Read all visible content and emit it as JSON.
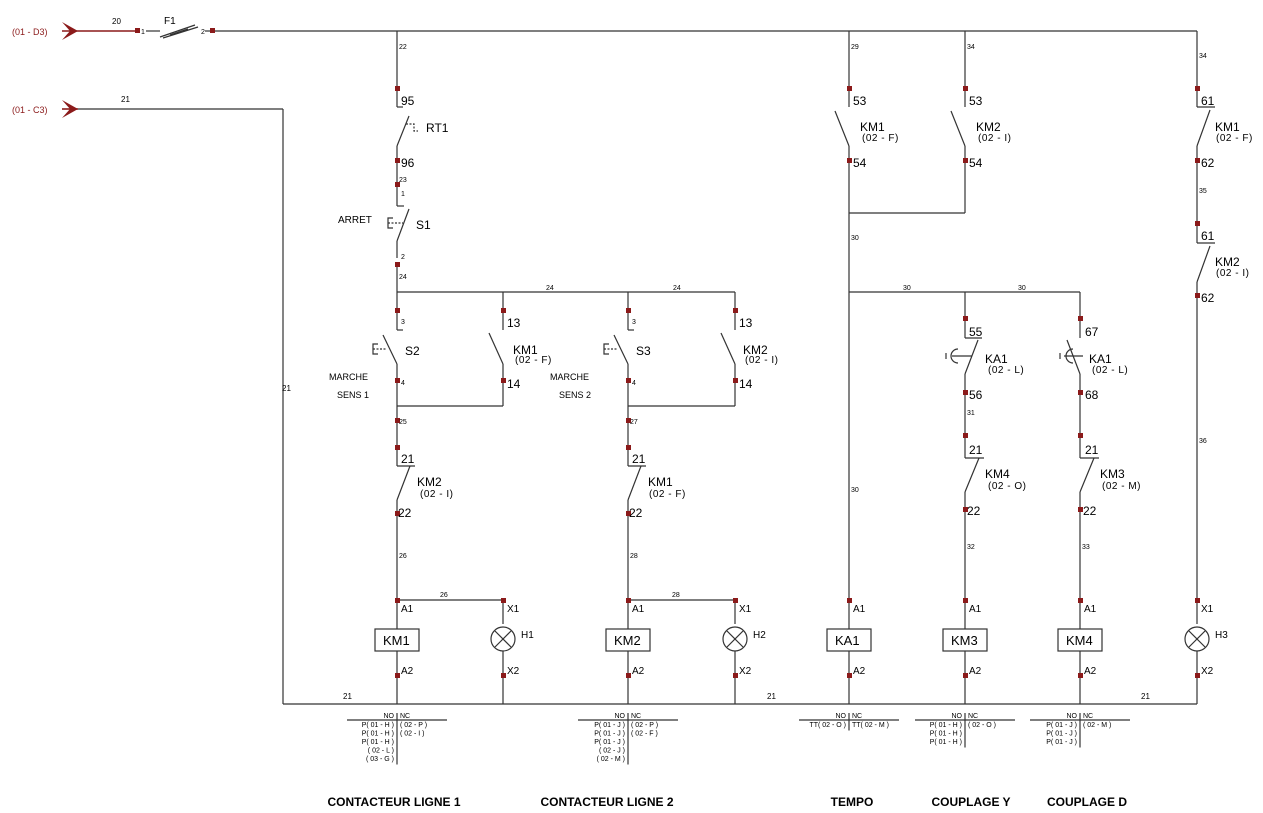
{
  "connectors": [
    {
      "label": "(01 - D3)",
      "wire": "20"
    },
    {
      "label": "(01 - C3)",
      "wire": "21"
    }
  ],
  "fuse": {
    "name": "F1",
    "pin_in": "1",
    "pin_out": "2"
  },
  "wires": {
    "w20": "20",
    "w21": "21",
    "w22": "22",
    "w23": "23",
    "w24": "24",
    "w25": "25",
    "w26": "26",
    "w27": "27",
    "w28": "28",
    "w29": "29",
    "w30": "30",
    "w31": "31",
    "w32": "32",
    "w33": "33",
    "w34": "34",
    "w35": "35",
    "w36": "36"
  },
  "components": {
    "RT1": {
      "name": "RT1",
      "pin_a": "95",
      "pin_b": "96"
    },
    "S1": {
      "name": "S1",
      "label": "ARRET",
      "pin_a": "1",
      "pin_b": "2"
    },
    "S2": {
      "name": "S2",
      "label1": "MARCHE",
      "label2": "SENS 1",
      "pin_a": "3",
      "pin_b": "4"
    },
    "S3": {
      "name": "S3",
      "label1": "MARCHE",
      "label2": "SENS 2",
      "pin_a": "3",
      "pin_b": "4"
    },
    "KM1_no_a": {
      "name": "KM1",
      "ref": "(02 - F)",
      "pin_a": "13",
      "pin_b": "14"
    },
    "KM2_no_a": {
      "name": "KM2",
      "ref": "(02 - I)",
      "pin_a": "13",
      "pin_b": "14"
    },
    "KM2_nc_1": {
      "name": "KM2",
      "ref": "(02 - I)",
      "pin_a": "21",
      "pin_b": "22"
    },
    "KM1_nc_2": {
      "name": "KM1",
      "ref": "(02 - F)",
      "pin_a": "21",
      "pin_b": "22"
    },
    "KM1_no_t": {
      "name": "KM1",
      "ref": "(02 - F)",
      "pin_a": "53",
      "pin_b": "54"
    },
    "KM2_no_t": {
      "name": "KM2",
      "ref": "(02 - I)",
      "pin_a": "53",
      "pin_b": "54"
    },
    "KA1_y": {
      "name": "KA1",
      "ref": "(02 - L)",
      "pin_a": "55",
      "pin_b": "56"
    },
    "KA1_d": {
      "name": "KA1",
      "ref": "(02 - L)",
      "pin_a": "67",
      "pin_b": "68"
    },
    "KM4_nc": {
      "name": "KM4",
      "ref": "(02 - O)",
      "pin_a": "21",
      "pin_b": "22"
    },
    "KM3_nc": {
      "name": "KM3",
      "ref": "(02 - M)",
      "pin_a": "21",
      "pin_b": "22"
    },
    "KM1_nc_h": {
      "name": "KM1",
      "ref": "(02 - F)",
      "pin_a": "61",
      "pin_b": "62"
    },
    "KM2_nc_h": {
      "name": "KM2",
      "ref": "(02 - I)",
      "pin_a": "61",
      "pin_b": "62"
    }
  },
  "coils": [
    {
      "name": "KM1",
      "a1": "A1",
      "a2": "A2"
    },
    {
      "name": "KM2",
      "a1": "A1",
      "a2": "A2"
    },
    {
      "name": "KA1",
      "a1": "A1",
      "a2": "A2"
    },
    {
      "name": "KM3",
      "a1": "A1",
      "a2": "A2"
    },
    {
      "name": "KM4",
      "a1": "A1",
      "a2": "A2"
    }
  ],
  "lamps": [
    {
      "name": "H1",
      "x1": "X1",
      "x2": "X2"
    },
    {
      "name": "H2",
      "x1": "X1",
      "x2": "X2"
    },
    {
      "name": "H3",
      "x1": "X1",
      "x2": "X2"
    }
  ],
  "xref_tables": [
    {
      "no": "NO",
      "nc": "NC",
      "no_rows": [
        "P( 01 - H )",
        "P( 01 - H )",
        "P( 01 - H )",
        "( 02 - L )",
        "( 03 - G )"
      ],
      "nc_rows": [
        "( 02 - P )",
        "( 02 - I )"
      ]
    },
    {
      "no": "NO",
      "nc": "NC",
      "no_rows": [
        "P( 01 - J )",
        "P( 01 - J )",
        "P( 01 - J )",
        "( 02 - J )",
        "( 02 - M )"
      ],
      "nc_rows": [
        "( 02 - P )",
        "( 02 - F )"
      ]
    },
    {
      "no": "NO",
      "nc": "NC",
      "no_rows": [
        "TT( 02 - O )"
      ],
      "nc_rows": [
        "TT( 02 - M )"
      ]
    },
    {
      "no": "NO",
      "nc": "NC",
      "no_rows": [
        "P( 01 - H )",
        "P( 01 - H )",
        "P( 01 - H )"
      ],
      "nc_rows": [
        "( 02 - O )"
      ]
    },
    {
      "no": "NO",
      "nc": "NC",
      "no_rows": [
        "P( 01 - J )",
        "P( 01 - J )",
        "P( 01 - J )"
      ],
      "nc_rows": [
        "( 02 - M )"
      ]
    }
  ],
  "columns": [
    "CONTACTEUR LIGNE 1",
    "CONTACTEUR LIGNE 2",
    "TEMPO",
    "COUPLAGE Y",
    "COUPLAGE D"
  ]
}
